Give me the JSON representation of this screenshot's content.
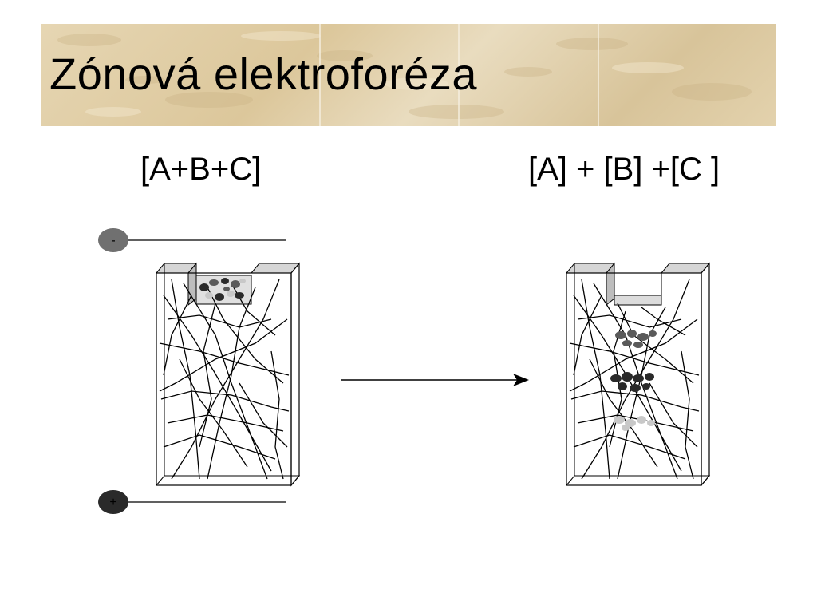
{
  "title": "Zónová elektroforéza",
  "labels": {
    "mixture": "[A+B+C]",
    "separated": "[A] + [B] +[C ]"
  },
  "electrodes": {
    "negative_sign": "-",
    "positive_sign": "+"
  },
  "colors": {
    "title_band": "#e0cca4",
    "zone_a": "#5a5a5a",
    "zone_b": "#2a2a2a",
    "zone_c": "#c8c8c8"
  }
}
